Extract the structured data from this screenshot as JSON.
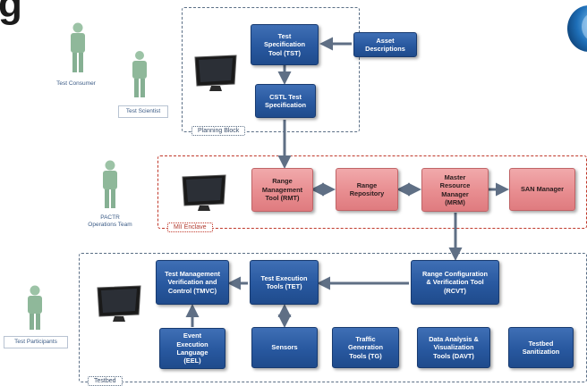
{
  "header": {
    "title_fragment": "g"
  },
  "regions": {
    "planning": {
      "label": "Planning Block"
    },
    "enclave": {
      "label": "MII Enclave"
    },
    "testbed": {
      "label": "Testbed"
    }
  },
  "people": {
    "test_consumer": "Test Consumer",
    "test_scientist": "Test Scientist",
    "operations_team": "PACTR\nOperations Team",
    "test_participants": "Test Participants"
  },
  "boxes": {
    "tst": "Test\nSpecification\nTool (TST)",
    "asset": "Asset\nDescriptions",
    "cstl": "CSTL Test\nSpecification",
    "rmt": "Range\nManagement\nTool (RMT)",
    "repo": "Range\nRepository",
    "mrm": "Master\nResource\nManager\n(MRM)",
    "san": "SAN Manager",
    "tmvc": "Test Management\nVerification and\nControl (TMVC)",
    "tet": "Test Execution\nTools (TET)",
    "rcvt": "Range Configuration\n& Verification Tool\n(RCVT)",
    "eel": "Event\nExecution\nLanguage\n(EEL)",
    "sensors": "Sensors",
    "tg": "Traffic\nGeneration\nTools (TG)",
    "davt": "Data Analysis &\nVisualization\nTools (DAVT)",
    "sanitization": "Testbed\nSanitization"
  },
  "colors": {
    "box_blue": "#28589f",
    "box_pink": "#e88d90",
    "region_border": "#5b6f86",
    "enclave_border": "#c0392b",
    "person_green": "#8fb89a"
  }
}
